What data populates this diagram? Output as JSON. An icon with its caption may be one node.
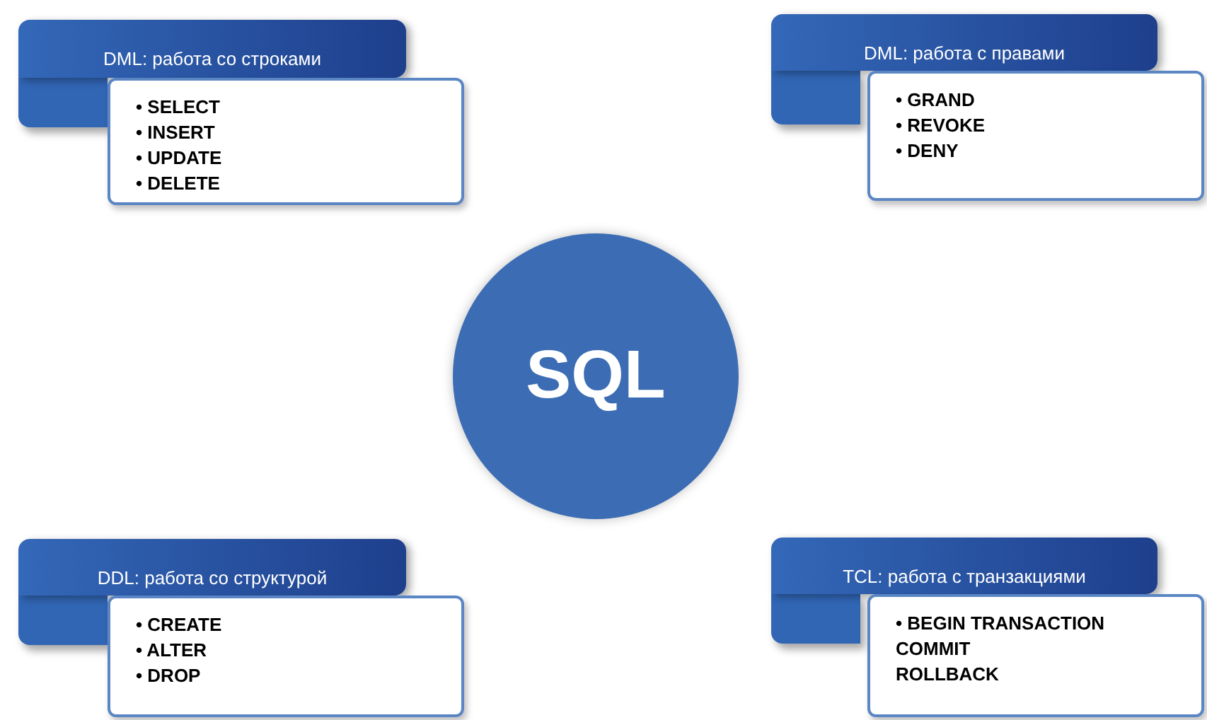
{
  "diagram": {
    "nodes": [
      {
        "text": [
          "DML: работа со строками"
        ]
      },
      {
        "text": [
          "• SELECT",
          "• INSERT",
          "• UPDATE",
          "• DELETE"
        ]
      },
      {
        "text": [
          "DML: работа с правами"
        ]
      },
      {
        "text": [
          "• GRAND",
          "• REVOKE",
          "• DENY"
        ]
      },
      {
        "text": [
          "SQL"
        ]
      },
      {
        "text": [
          "DDL: работа со структурой"
        ]
      },
      {
        "text": [
          "• CREATE",
          "• ALTER",
          "• DROP"
        ]
      },
      {
        "text": [
          "TCL: работа с транзакциями"
        ]
      },
      {
        "text": [
          "• BEGIN TRANSACTION",
          "COMMIT",
          "ROLLBACK"
        ]
      }
    ]
  }
}
